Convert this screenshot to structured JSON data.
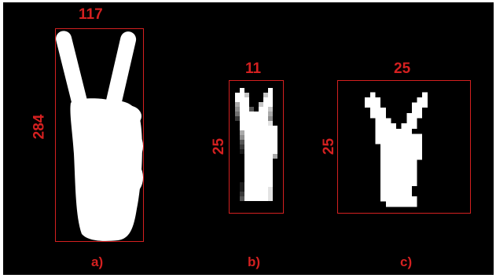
{
  "panels": [
    {
      "caption": "a)",
      "width_label": "117",
      "height_label": "284",
      "style": "smooth"
    },
    {
      "caption": "b)",
      "width_label": "11",
      "height_label": "25",
      "style": "grayscale-pixelated"
    },
    {
      "caption": "c)",
      "width_label": "25",
      "height_label": "25",
      "style": "binary-pixelated"
    }
  ],
  "colors": {
    "background": "#000000",
    "annotation": "#d42020",
    "hand": "#ffffff"
  },
  "icons": {
    "panel_a": "victory-hand-silhouette",
    "panel_b": "victory-hand-pixelated-grayscale",
    "panel_c": "victory-hand-pixelated-binary"
  }
}
